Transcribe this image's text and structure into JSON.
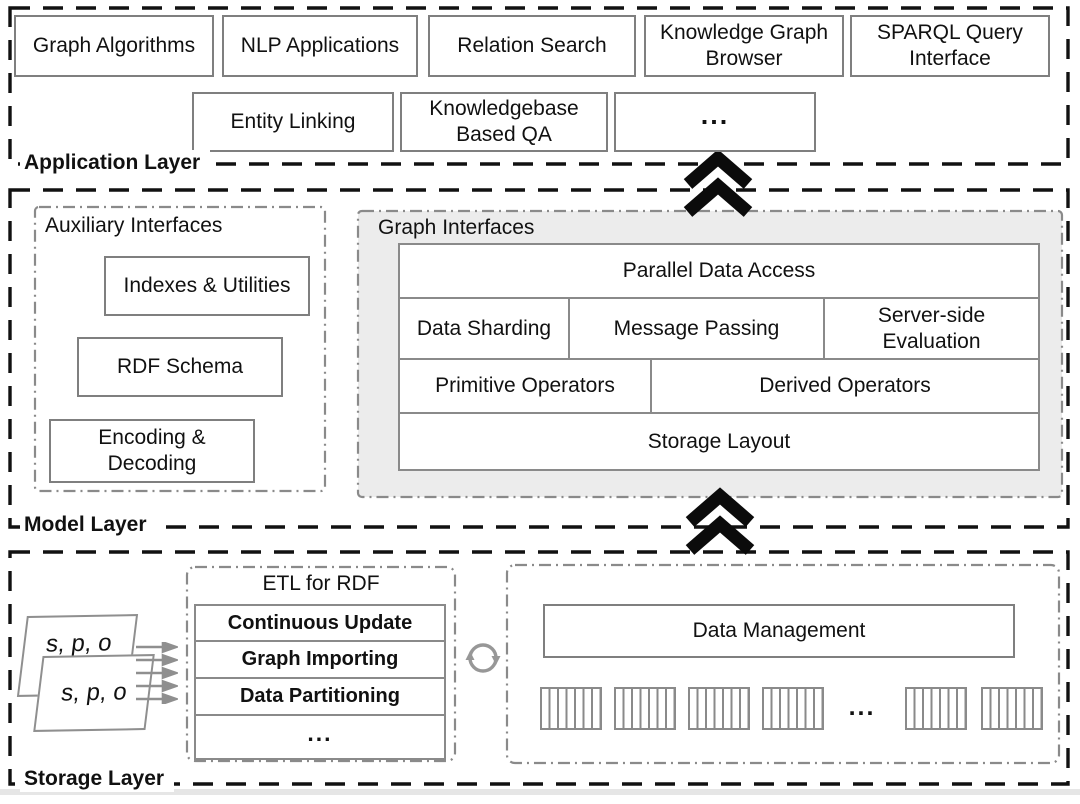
{
  "app_layer": {
    "label": "Application Layer",
    "row1": [
      "Graph Algorithms",
      "NLP Applications",
      "Relation Search",
      "Knowledge Graph Browser",
      "SPARQL Query Interface"
    ],
    "row2": [
      "Entity Linking",
      "Knowledgebase Based QA",
      "..."
    ]
  },
  "model_layer": {
    "label": "Model Layer",
    "auxiliary": {
      "title": "Auxiliary Interfaces",
      "boxes": [
        "Indexes & Utilities",
        "RDF Schema",
        "Encoding & Decoding"
      ]
    },
    "graph_interfaces": {
      "title": "Graph Interfaces",
      "row1": "Parallel Data Access",
      "row2": [
        "Data Sharding",
        "Message Passing",
        "Server-side Evaluation"
      ],
      "row3": [
        "Primitive Operators",
        "Derived Operators"
      ],
      "row4": "Storage Layout"
    }
  },
  "storage_layer": {
    "label": "Storage Layer",
    "sheet_back": "s, p, o",
    "sheet_front": "s, p, o",
    "etl": {
      "title": "ETL for RDF",
      "rows": [
        "Continuous Update",
        "Graph Importing",
        "Data Partitioning",
        "..."
      ]
    },
    "data_management": {
      "title": "Data Management",
      "ellipsis": "..."
    }
  },
  "colors": {
    "layer_border": "#111111",
    "box_border": "#7f7f7f",
    "container_border": "#8a8a8a",
    "graph_interfaces_bg": "#ececec",
    "chevron": "#0b0b0b",
    "arrow_gray": "#8f8f8f"
  }
}
